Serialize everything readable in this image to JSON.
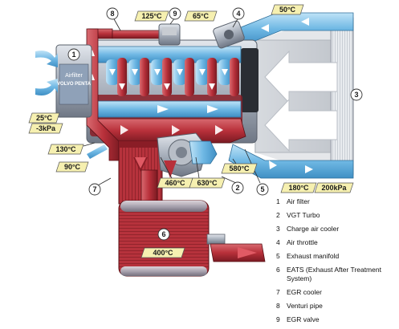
{
  "airfilter_label": "Airfilter",
  "brand": "VOLVO PENTA",
  "temperature_tags": [
    {
      "id": "egr-valve-temp",
      "text": "125°C"
    },
    {
      "id": "manifold-temp",
      "text": "65°C"
    },
    {
      "id": "cooler-inlet-temp",
      "text": "50°C"
    },
    {
      "id": "intake-temp",
      "text": "25°C"
    },
    {
      "id": "intake-pressure",
      "text": "-3kPa"
    },
    {
      "id": "egr-outlet-temp",
      "text": "130°C"
    },
    {
      "id": "egr-cooler-temp",
      "text": "90°C"
    },
    {
      "id": "exhaust-manifold-temp",
      "text": "580°C"
    },
    {
      "id": "cooler-outlet-temp",
      "text": "180°C"
    },
    {
      "id": "boost-pressure",
      "text": "200kPa"
    },
    {
      "id": "turbine-in-temp",
      "text": "460°C"
    },
    {
      "id": "turbine-out-temp",
      "text": "630°C"
    },
    {
      "id": "eats-temp",
      "text": "400°C"
    }
  ],
  "callouts": [
    "1",
    "2",
    "3",
    "4",
    "5",
    "6",
    "7",
    "8",
    "9"
  ],
  "legend": [
    {
      "num": "1",
      "label": "Air filter"
    },
    {
      "num": "2",
      "label": "VGT Turbo"
    },
    {
      "num": "3",
      "label": "Charge air cooler"
    },
    {
      "num": "4",
      "label": "Air throttle"
    },
    {
      "num": "5",
      "label": "Exhaust manifold"
    },
    {
      "num": "6",
      "label": "EATS (Exhaust After Treatment System)"
    },
    {
      "num": "7",
      "label": "EGR cooler"
    },
    {
      "num": "8",
      "label": "Venturi pipe"
    },
    {
      "num": "9",
      "label": "EGR valve"
    }
  ],
  "colors": {
    "air": "#7cc3ea",
    "air_dark": "#3f8fc4",
    "exhaust": "#b8303a",
    "exhaust_dark": "#7a1a22",
    "tag": "#f6f0b0",
    "engine": "#a8b0bc"
  }
}
